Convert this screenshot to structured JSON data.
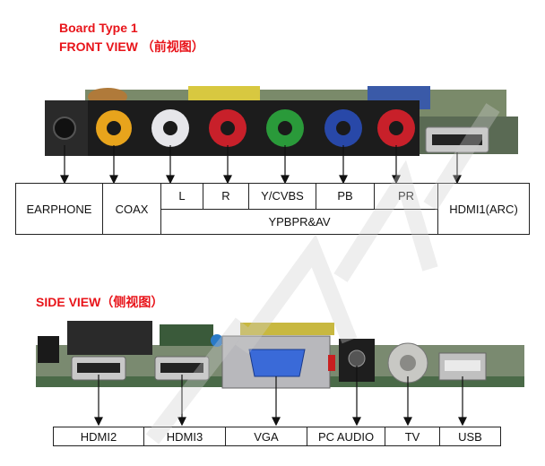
{
  "titles": {
    "board_type": "Board Type 1",
    "front_view": "FRONT VIEW （前视图）",
    "side_view": "SIDE VIEW（侧视图）"
  },
  "front_row_top": [
    "L",
    "R",
    "Y/CVBS",
    "PB",
    "PR"
  ],
  "front_labels": {
    "earphone": "EARPHONE",
    "coax": "COAX",
    "ypbpr": "YPBPR&AV",
    "hdmi1": "HDMI1(ARC)"
  },
  "side_labels": [
    "HDMI2",
    "HDMI3",
    "VGA",
    "PC AUDIO",
    "TV",
    "USB"
  ],
  "colors": {
    "title_red": "#e8141a",
    "jack_yellow": "#e8a41c",
    "jack_white": "#e6e6ea",
    "jack_red": "#c8202a",
    "jack_green": "#2a9a3a",
    "jack_blue": "#2848a8",
    "vga_blue": "#3a6ad8",
    "pcb_green": "#5a7a54"
  }
}
